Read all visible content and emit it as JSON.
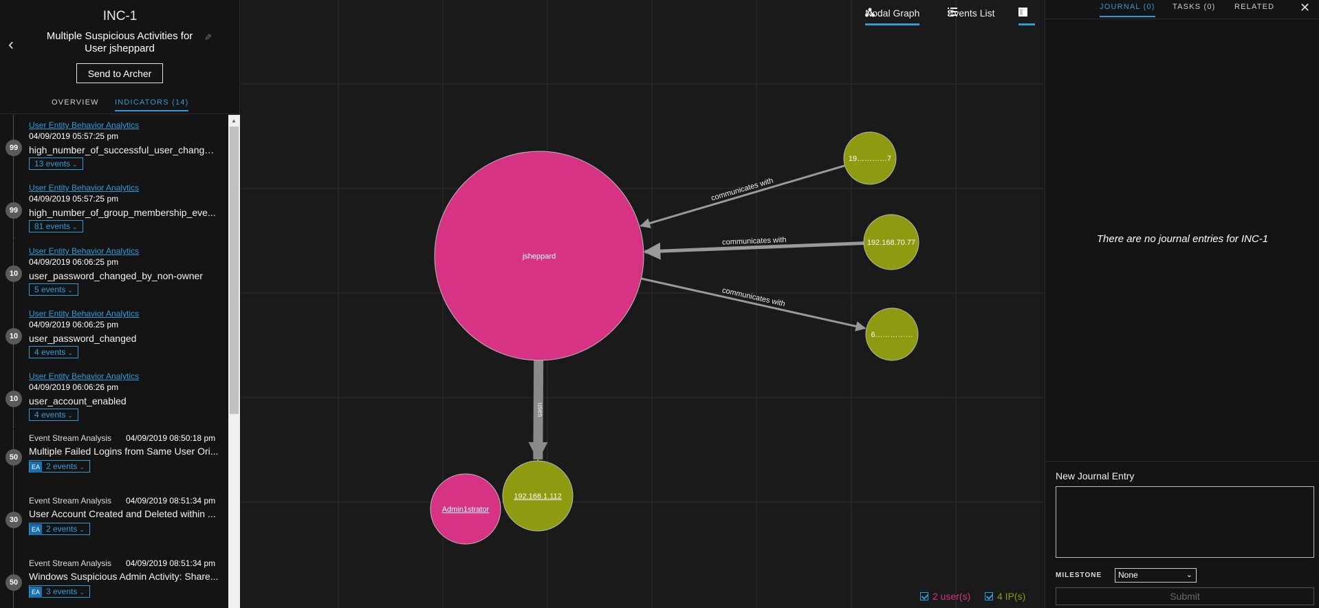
{
  "incident": {
    "id": "INC-1",
    "title": "Multiple Suspicious Activities for User jsheppard",
    "send_button": "Send to Archer",
    "back_icon": "chevron-left-icon",
    "edit_icon": "pencil-icon"
  },
  "left_tabs": {
    "overview": "OVERVIEW",
    "indicators": "INDICATORS (14)"
  },
  "indicators": [
    {
      "score": "99",
      "source": "User Entity Behavior Analytics",
      "source_link": true,
      "time": "04/09/2019 05:57:25 pm",
      "name": "high_number_of_successful_user_change_...",
      "events": "13 events",
      "ea": false
    },
    {
      "score": "99",
      "source": "User Entity Behavior Analytics",
      "source_link": true,
      "time": "04/09/2019 05:57:25 pm",
      "name": "high_number_of_group_membership_eve...",
      "events": "81 events",
      "ea": false
    },
    {
      "score": "10",
      "source": "User Entity Behavior Analytics",
      "source_link": true,
      "time": "04/09/2019 06:06:25 pm",
      "name": "user_password_changed_by_non-owner",
      "events": "5 events",
      "ea": false
    },
    {
      "score": "10",
      "source": "User Entity Behavior Analytics",
      "source_link": true,
      "time": "04/09/2019 06:06:25 pm",
      "name": "user_password_changed",
      "events": "4 events",
      "ea": false
    },
    {
      "score": "10",
      "source": "User Entity Behavior Analytics",
      "source_link": true,
      "time": "04/09/2019 06:06:26 pm",
      "name": "user_account_enabled",
      "events": "4 events",
      "ea": false
    },
    {
      "score": "50",
      "source": "Event Stream Analysis",
      "source_link": false,
      "time": "04/09/2019 08:50:18 pm",
      "name": "Multiple Failed Logins from Same User Ori...",
      "events": "2 events",
      "ea": true,
      "ea_label": "EA"
    },
    {
      "score": "30",
      "source": "Event Stream Analysis",
      "source_link": false,
      "time": "04/09/2019 08:51:34 pm",
      "name": "User Account Created and Deleted within ...",
      "events": "2 events",
      "ea": true,
      "ea_label": "EA"
    },
    {
      "score": "50",
      "source": "Event Stream Analysis",
      "source_link": false,
      "time": "04/09/2019 08:51:34 pm",
      "name": "Windows Suspicious Admin Activity: Share...",
      "events": "3 events",
      "ea": true,
      "ea_label": "EA"
    }
  ],
  "view_tabs": {
    "nodal": {
      "label": "Nodal Graph",
      "icon": "nodal-graph-icon"
    },
    "events": {
      "label": "Events List",
      "icon": "list-icon"
    },
    "toggle": {
      "icon": "panel-toggle-icon"
    }
  },
  "graph": {
    "nodes": [
      {
        "id": "jsheppard",
        "label": "jsheppard",
        "type": "user",
        "underline": false
      },
      {
        "id": "ip1",
        "label": "19…………7",
        "type": "ip",
        "underline": false
      },
      {
        "id": "ip2",
        "label": "192.168.70.77",
        "type": "ip",
        "underline": false
      },
      {
        "id": "ip3",
        "label": "6……………",
        "type": "ip",
        "underline": false
      },
      {
        "id": "admin",
        "label": "Admin1strator",
        "type": "user",
        "underline": true
      },
      {
        "id": "ip4",
        "label": "192.168.1.112",
        "type": "ip",
        "underline": true
      }
    ],
    "edges": [
      {
        "from": "ip1",
        "to": "jsheppard",
        "label": "communicates with"
      },
      {
        "from": "ip2",
        "to": "jsheppard",
        "label": "communicates with"
      },
      {
        "from": "jsheppard",
        "to": "ip3",
        "label": "communicates with"
      },
      {
        "from": "jsheppard",
        "to": "ip4",
        "label": "uses"
      }
    ],
    "colors": {
      "user": "#d63384",
      "ip": "#8e9a10",
      "edge": "#9a9a9a",
      "grid": "#2d2d2d"
    }
  },
  "legend": {
    "users": "2 user(s)",
    "ips": "4 IP(s)",
    "users_color": "#d63384",
    "ips_color": "#8e9a10"
  },
  "right_tabs": {
    "journal": "JOURNAL (0)",
    "tasks": "TASKS (0)",
    "related": "RELATED",
    "close_icon": "close-icon"
  },
  "journal": {
    "empty_message": "There are no journal entries for INC-1",
    "new_entry_label": "New Journal Entry",
    "milestone_label": "MILESTONE",
    "milestone_value": "None",
    "submit_label": "Submit"
  }
}
